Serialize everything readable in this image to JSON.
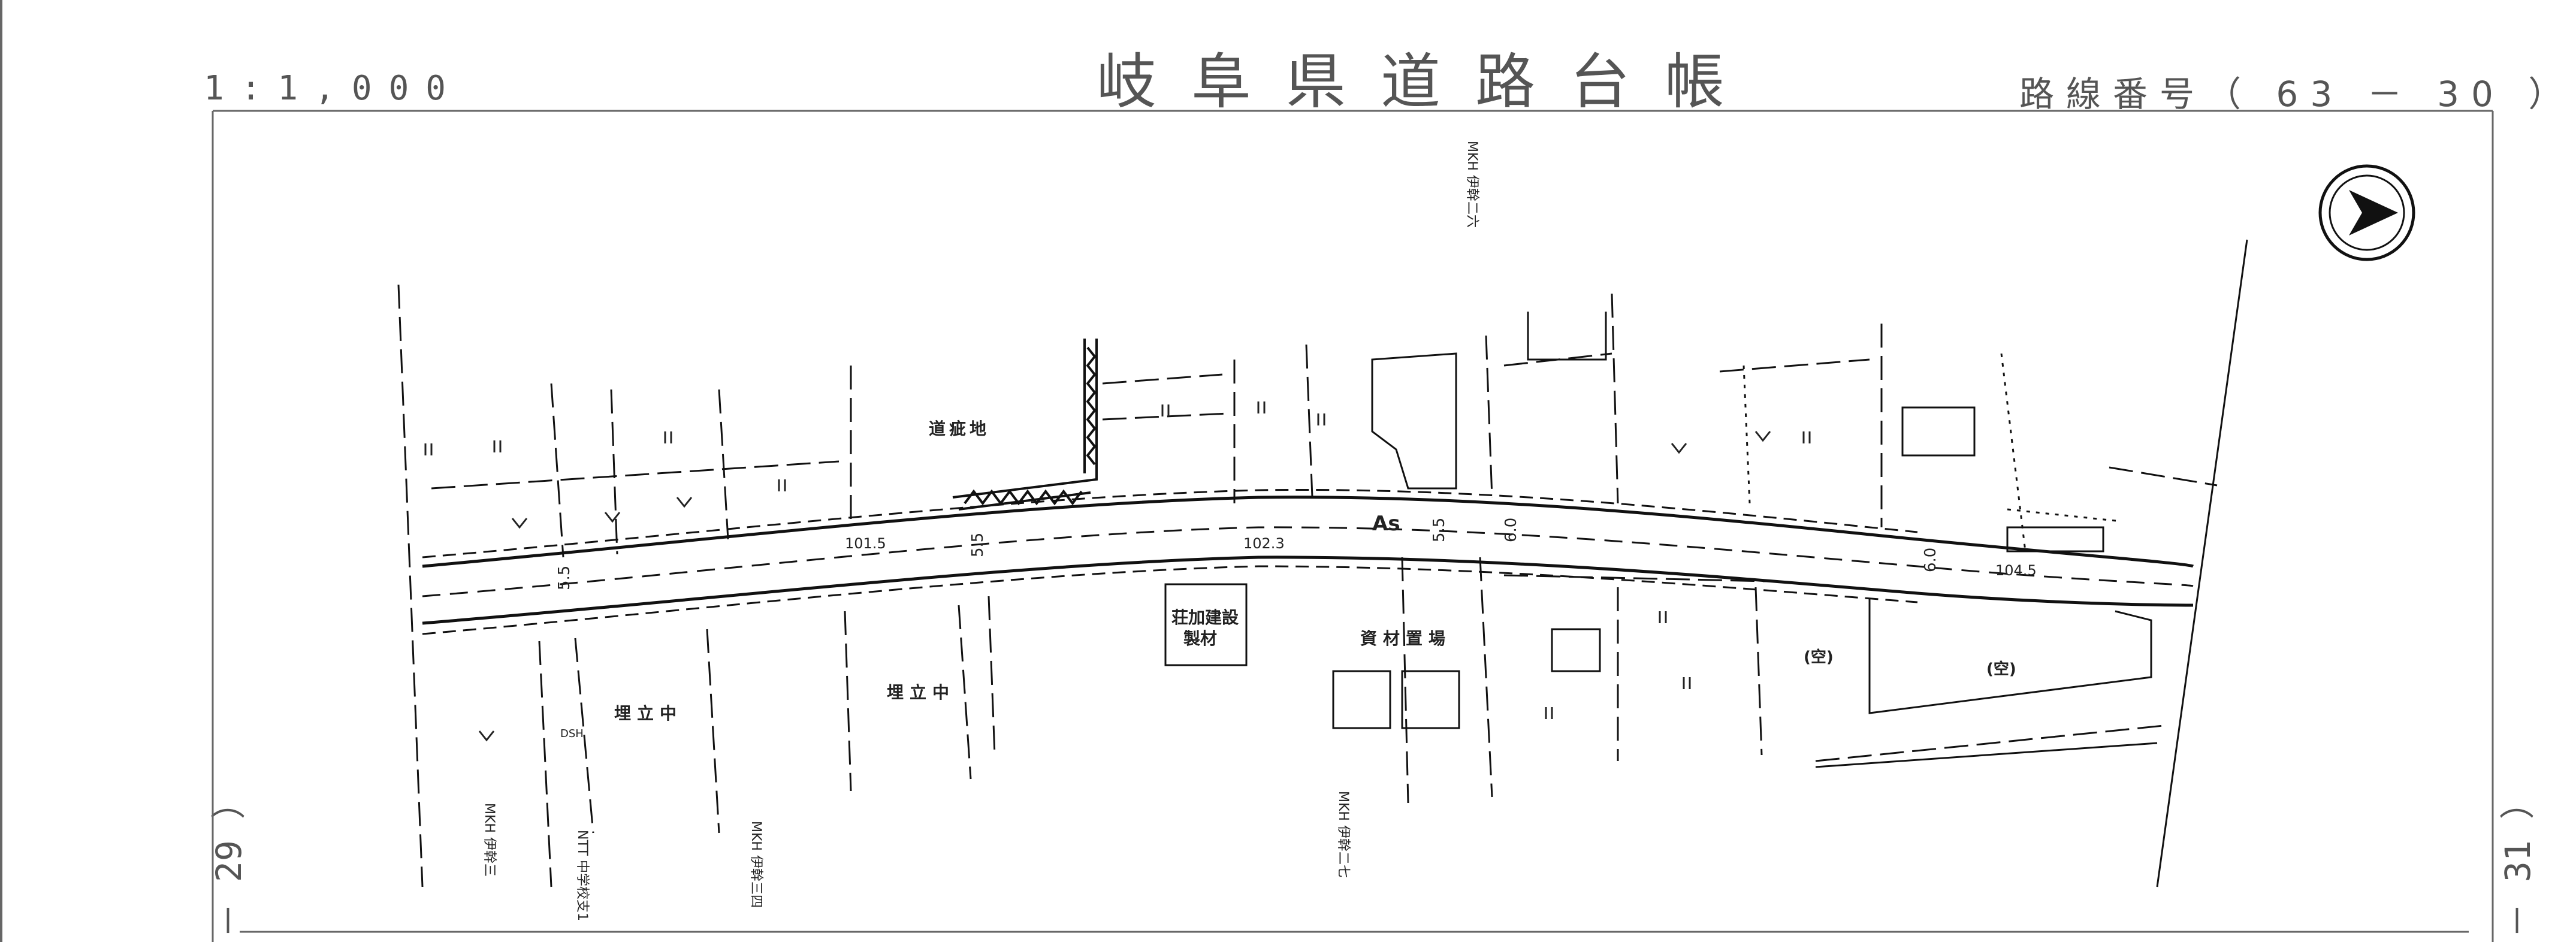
{
  "header": {
    "title": "岐阜県道路台帳",
    "scale": "1:1,000",
    "route_number": "路線番号（ 63 － 30 ）"
  },
  "sheet_edges": {
    "left": "－ 29 ）",
    "right": "－ 31 ）"
  },
  "map_labels": {
    "road_surface": "As",
    "widths": [
      "5.5",
      "5.5",
      "5.5",
      "6.0",
      "6.0"
    ],
    "kp_marks": [
      "101.5",
      "102.3",
      "104.5"
    ],
    "facility_1": "荘加建設",
    "facility_2": "製材",
    "material_yard": "資材置場",
    "reclaim_1": "埋立中",
    "reclaim_2": "埋立中",
    "waste_land": "道疵地",
    "vacant_1": "(空)",
    "vacant_2": "(空)",
    "pole_1": "MKH 伊幹二六",
    "pole_2": "MKH 伊幹三",
    "pole_3": "NTT 中学校支1",
    "pole_4": "MKH 伊幹三四",
    "pole_5": "MKH 伊幹二七",
    "pole_mark": "DSH"
  },
  "icons": {
    "north_arrow": "north-arrow-icon"
  }
}
